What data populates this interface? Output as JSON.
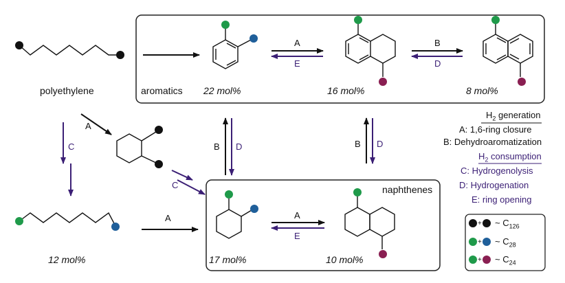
{
  "colors": {
    "black_dot": "#111111",
    "green_dot": "#1f9a4a",
    "blue_dot": "#1f5f9a",
    "maroon_dot": "#8a1f52",
    "h2_consumption": "#3b1f75",
    "h2_generation": "#111111"
  },
  "labels": {
    "polyethylene": "polyethylene",
    "aromatics": "aromatics",
    "naphthenes": "naphthenes"
  },
  "yields": {
    "aromatic_1": "22 mol%",
    "aromatic_2": "16 mol%",
    "aromatic_3": "8 mol%",
    "alkane": "12 mol%",
    "naphthene_1": "17 mol%",
    "naphthene_2": "10 mol%"
  },
  "arrow_letters": {
    "A": "A",
    "B": "B",
    "C": "C",
    "D": "D",
    "E": "E"
  },
  "legend": {
    "h2_generation_title": "H2 generation",
    "h2_generation_items": [
      "A: 1,6-ring closure",
      "B: Dehydroaromatization"
    ],
    "h2_consumption_title": "H2 consumption",
    "h2_consumption_items": [
      "C: Hydrogenolysis",
      "D: Hydrogenation",
      "E: ring opening"
    ]
  },
  "carbon_key": [
    {
      "pair": "black-black",
      "text": "~ C126"
    },
    {
      "pair": "green-blue",
      "text": "~ C28"
    },
    {
      "pair": "green-maroon",
      "text": "~ C24"
    }
  ]
}
